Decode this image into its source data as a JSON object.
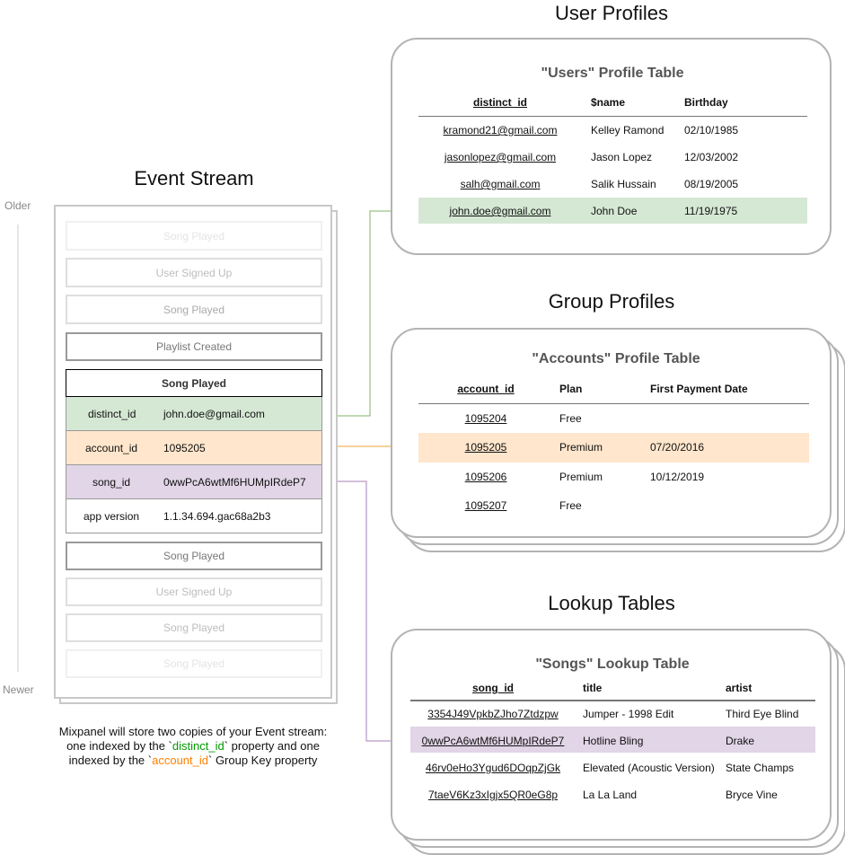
{
  "colors": {
    "green": "#d5e8d4",
    "orange": "#ffe6cc",
    "purple": "#e1d5e7",
    "green_line": "#82b366",
    "orange_line": "#f0a030",
    "purple_line": "#a680b8",
    "distinct_text": "#009900",
    "account_text": "#ff8000"
  },
  "event_stream": {
    "title": "Event Stream",
    "older_label": "Older",
    "newer_label": "Newer",
    "events_before": [
      "Song Played",
      "User Signed Up",
      "Song Played",
      "Playlist Created"
    ],
    "selected_event": {
      "name": "Song Played",
      "properties": [
        {
          "key": "distinct_id",
          "value": "john.doe@gmail.com"
        },
        {
          "key": "account_id",
          "value": "1095205"
        },
        {
          "key": "song_id",
          "value": "0wwPcA6wtMf6HUMpIRdeP7"
        },
        {
          "key": "app version",
          "value": "1.1.34.694.gac68a2b3"
        }
      ]
    },
    "events_after": [
      "Song Played",
      "User Signed Up",
      "Song Played",
      "Song Played"
    ],
    "caption": {
      "line1": "Mixpanel will store two copies of your Event stream:",
      "line2_a": "one indexed by the `",
      "line2_key": "distinct_id",
      "line2_b": "` property and one",
      "line3_a": "indexed by the `",
      "line3_key": "account_id",
      "line3_b": "` Group Key property"
    }
  },
  "user_profiles": {
    "title": "User Profiles",
    "table_title": "\"Users\" Profile Table",
    "columns": [
      "distinct_id",
      "$name",
      "Birthday"
    ],
    "rows": [
      [
        "kramond21@gmail.com",
        "Kelley Ramond",
        "02/10/1985"
      ],
      [
        "jasonlopez@gmail.com",
        "Jason Lopez",
        "12/03/2002"
      ],
      [
        "salh@gmail.com",
        "Salik Hussain",
        "08/19/2005"
      ],
      [
        "john.doe@gmail.com",
        "John Doe",
        "11/19/1975"
      ]
    ]
  },
  "group_profiles": {
    "title": "Group Profiles",
    "table_title": "\"Accounts\" Profile Table",
    "columns": [
      "account_id",
      "Plan",
      "First Payment Date"
    ],
    "rows": [
      [
        "1095204",
        "Free",
        ""
      ],
      [
        "1095205",
        "Premium",
        "07/20/2016"
      ],
      [
        "1095206",
        "Premium",
        "10/12/2019"
      ],
      [
        "1095207",
        "Free",
        ""
      ]
    ]
  },
  "lookup_tables": {
    "title": "Lookup Tables",
    "table_title": "\"Songs\" Lookup Table",
    "columns": [
      "song_id",
      "title",
      "artist"
    ],
    "rows": [
      [
        "3354J49VpkbZJho7Ztdzpw",
        "Jumper - 1998 Edit",
        "Third Eye Blind"
      ],
      [
        "0wwPcA6wtMf6HUMpIRdeP7",
        "Hotline Bling",
        "Drake"
      ],
      [
        "46rv0eHo3Ygud6DOqpZjGk",
        "Elevated (Acoustic Version)",
        "State Champs"
      ],
      [
        "7taeV6Kz3xIgjx5QR0eG8p",
        "La La Land",
        "Bryce Vine"
      ]
    ]
  }
}
